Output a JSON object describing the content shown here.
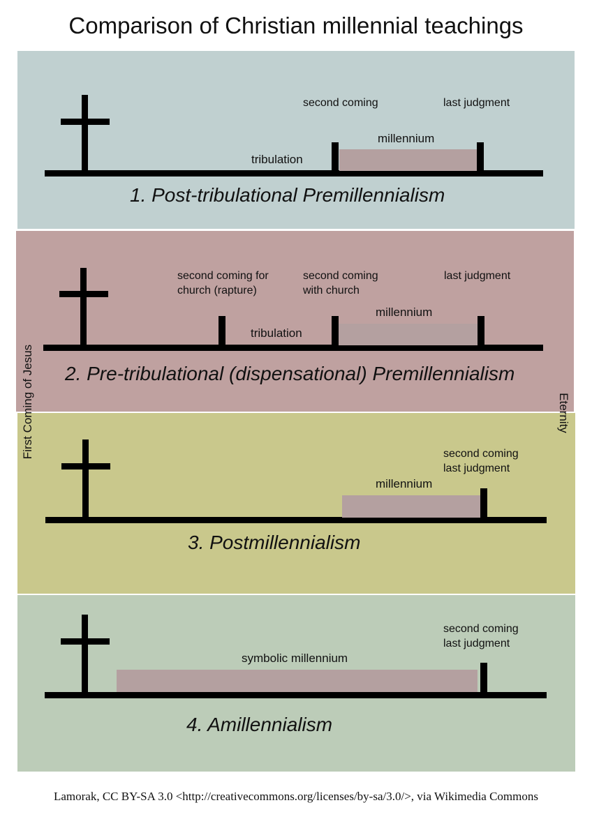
{
  "title": "Comparison of Christian millennial teachings",
  "side_labels": {
    "left": "First Coming of Jesus",
    "right": "Eternity"
  },
  "colors": {
    "panel1": "#c0d0d0",
    "panel2": "#bfa1a0",
    "panel3": "#c9c88c",
    "panel4": "#bcccb8",
    "millennium": "#b4a0a0",
    "line": "#000000"
  },
  "panels": [
    {
      "title": "1. Post-tribulational Premillennialism",
      "labels": {
        "second_coming": "second coming",
        "last_judgment": "last judgment",
        "millennium": "millennium",
        "tribulation": "tribulation"
      }
    },
    {
      "title": "2. Pre-tribulational (dispensational) Premillennialism",
      "labels": {
        "rapture": "second coming for\nchurch (rapture)",
        "second_coming": "second coming\nwith church",
        "last_judgment": "last judgment",
        "millennium": "millennium",
        "tribulation": "tribulation"
      }
    },
    {
      "title": "3. Postmillennialism",
      "labels": {
        "second_coming": "second coming\nlast judgment",
        "millennium": "millennium"
      }
    },
    {
      "title": "4. Amillennialism",
      "labels": {
        "second_coming": "second coming\nlast judgment",
        "millennium": "symbolic millennium"
      }
    }
  ],
  "credit": "Lamorak, CC BY-SA 3.0 <http://creativecommons.org/licenses/by-sa/3.0/>, via Wikimedia Commons"
}
